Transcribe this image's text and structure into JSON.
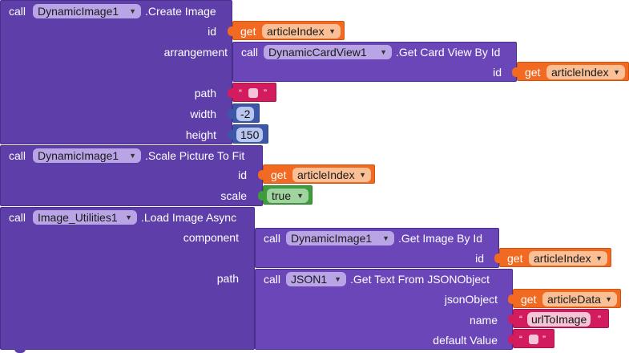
{
  "block1": {
    "call": "call",
    "component": "DynamicImage1",
    "method": ".Create Image",
    "id_label": "id",
    "id_get": "get",
    "id_var": "articleIndex",
    "arrangement_label": "arrangement",
    "arr_call": "call",
    "arr_component": "DynamicCardView1",
    "arr_method": ".Get Card View By Id",
    "arr_id_label": "id",
    "arr_get": "get",
    "arr_var": "articleIndex",
    "path_label": "path",
    "path_quote_open": "“",
    "path_quote_close": "”",
    "width_label": "width",
    "width_value": "-2",
    "height_label": "height",
    "height_value": "150"
  },
  "block2": {
    "call": "call",
    "component": "DynamicImage1",
    "method": ".Scale Picture To Fit",
    "id_label": "id",
    "id_get": "get",
    "id_var": "articleIndex",
    "scale_label": "scale",
    "scale_value": "true"
  },
  "block3": {
    "call": "call",
    "component": "Image_Utilities1",
    "method": ".Load Image Async",
    "component_label": "component",
    "comp_call": "call",
    "comp_component": "DynamicImage1",
    "comp_method": ".Get Image By Id",
    "comp_id_label": "id",
    "comp_get": "get",
    "comp_var": "articleIndex",
    "path_label": "path",
    "json_call": "call",
    "json_component": "JSON1",
    "json_method": ".Get Text From JSONObject",
    "jsonobject_label": "jsonObject",
    "jsonobject_get": "get",
    "jsonobject_var": "articleData",
    "name_label": "name",
    "name_quote_open": "“",
    "name_value": "urlToImage",
    "name_quote_close": "”",
    "default_label": "default Value",
    "default_quote_open": "“",
    "default_quote_close": "”"
  },
  "colors": {
    "procedure": "#5e3ea8",
    "getter": "#f26a21",
    "text": "#d31b5f",
    "number": "#3d56a8",
    "logic": "#3e9b3e"
  }
}
